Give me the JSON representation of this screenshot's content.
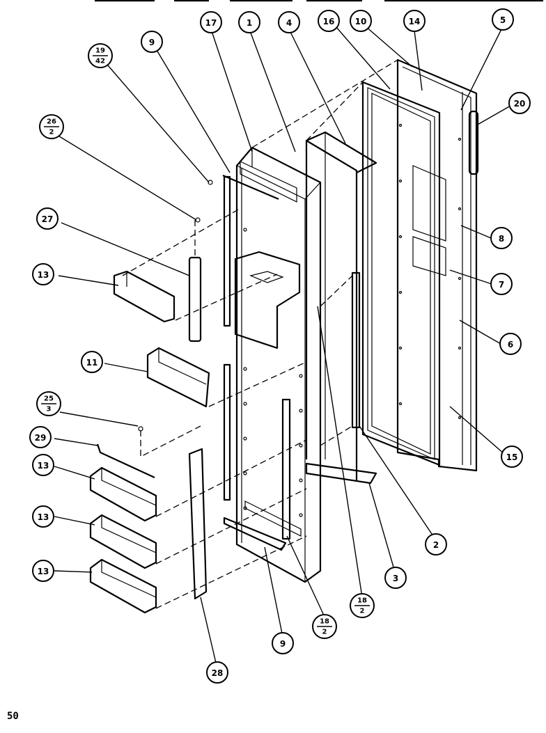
{
  "page_number": "50",
  "callouts": [
    {
      "id": "17",
      "kind": "single",
      "label": "17"
    },
    {
      "id": "1",
      "kind": "single",
      "label": "1"
    },
    {
      "id": "4",
      "kind": "single",
      "label": "4"
    },
    {
      "id": "16",
      "kind": "single",
      "label": "16"
    },
    {
      "id": "10",
      "kind": "single",
      "label": "10"
    },
    {
      "id": "14",
      "kind": "single",
      "label": "14"
    },
    {
      "id": "5",
      "kind": "single",
      "label": "5"
    },
    {
      "id": "20",
      "kind": "single",
      "label": "20"
    },
    {
      "id": "9a",
      "kind": "single",
      "label": "9"
    },
    {
      "id": "19-42",
      "kind": "fraction",
      "top": "19",
      "bottom": "42"
    },
    {
      "id": "26-2",
      "kind": "fraction",
      "top": "26",
      "bottom": "2"
    },
    {
      "id": "27",
      "kind": "single",
      "label": "27"
    },
    {
      "id": "8",
      "kind": "single",
      "label": "8"
    },
    {
      "id": "7",
      "kind": "single",
      "label": "7"
    },
    {
      "id": "13a",
      "kind": "single",
      "label": "13"
    },
    {
      "id": "6",
      "kind": "single",
      "label": "6"
    },
    {
      "id": "11",
      "kind": "single",
      "label": "11"
    },
    {
      "id": "25-3",
      "kind": "fraction",
      "top": "25",
      "bottom": "3"
    },
    {
      "id": "29",
      "kind": "single",
      "label": "29"
    },
    {
      "id": "15",
      "kind": "single",
      "label": "15"
    },
    {
      "id": "13b",
      "kind": "single",
      "label": "13"
    },
    {
      "id": "13c",
      "kind": "single",
      "label": "13"
    },
    {
      "id": "13d",
      "kind": "single",
      "label": "13"
    },
    {
      "id": "2",
      "kind": "single",
      "label": "2"
    },
    {
      "id": "3",
      "kind": "single",
      "label": "3"
    },
    {
      "id": "18-2a",
      "kind": "fraction",
      "top": "18",
      "bottom": "2"
    },
    {
      "id": "18-2b",
      "kind": "fraction",
      "top": "18",
      "bottom": "2"
    },
    {
      "id": "9b",
      "kind": "single",
      "label": "9"
    },
    {
      "id": "28",
      "kind": "single",
      "label": "28"
    }
  ]
}
